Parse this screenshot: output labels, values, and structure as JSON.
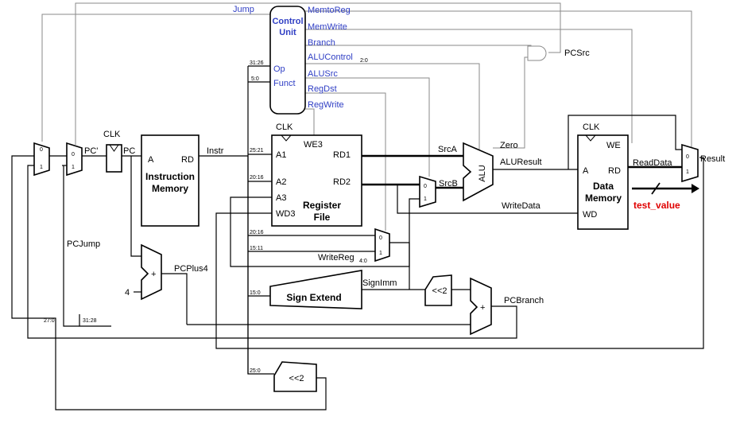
{
  "colors": {
    "control": "#2f3ec4",
    "highlight": "#e00000",
    "control_wire": "#8a8a8a"
  },
  "signals": {
    "jump": "Jump",
    "pcsrc": "PCSrc",
    "pcjump": "PCJump",
    "pcplus4": "PCPlus4",
    "pcbranch": "PCBranch",
    "instr": "Instr",
    "srca": "SrcA",
    "srcb": "SrcB",
    "zero": "Zero",
    "aluresult": "ALUResult",
    "writedata": "WriteData",
    "readdata": "ReadData",
    "result": "Result",
    "signimm": "SignImm",
    "writereg": "WriteReg",
    "writereg_sub": "4:0",
    "pc": "PC",
    "pc_next": "PC'",
    "test_value": "test_value",
    "four": "4"
  },
  "control_unit": {
    "title_line1": "Control",
    "title_line2": "Unit",
    "op": "Op",
    "funct": "Funct",
    "outputs": {
      "memtoreg": "MemtoReg",
      "memwrite": "MemWrite",
      "branch": "Branch",
      "alucontrol": "ALUControl",
      "alucontrol_sub": "2:0",
      "alusrc": "ALUSrc",
      "regdst": "RegDst",
      "regwrite": "RegWrite"
    }
  },
  "instruction_memory": {
    "title_line1": "Instruction",
    "title_line2": "Memory",
    "a": "A",
    "rd": "RD"
  },
  "register_file": {
    "title_line1": "Register",
    "title_line2": "File",
    "a1": "A1",
    "a2": "A2",
    "a3": "A3",
    "wd3": "WD3",
    "we3": "WE3",
    "rd1": "RD1",
    "rd2": "RD2"
  },
  "data_memory": {
    "title_line1": "Data",
    "title_line2": "Memory",
    "a": "A",
    "rd": "RD",
    "wd": "WD",
    "we": "WE"
  },
  "alu": {
    "label": "ALU"
  },
  "clk": "CLK",
  "sign_extend": "Sign Extend",
  "shift_left": "<<2",
  "plus": "+",
  "mux": {
    "zero": "0",
    "one": "1"
  },
  "bit_fields": {
    "b31_26": "31:26",
    "b5_0": "5:0",
    "b25_21": "25:21",
    "b20_16": "20:16",
    "b20_16b": "20:16",
    "b15_11": "15:11",
    "b15_0": "15:0",
    "b27_0": "27:0",
    "b31_28": "31:28",
    "b25_0": "25:0"
  }
}
